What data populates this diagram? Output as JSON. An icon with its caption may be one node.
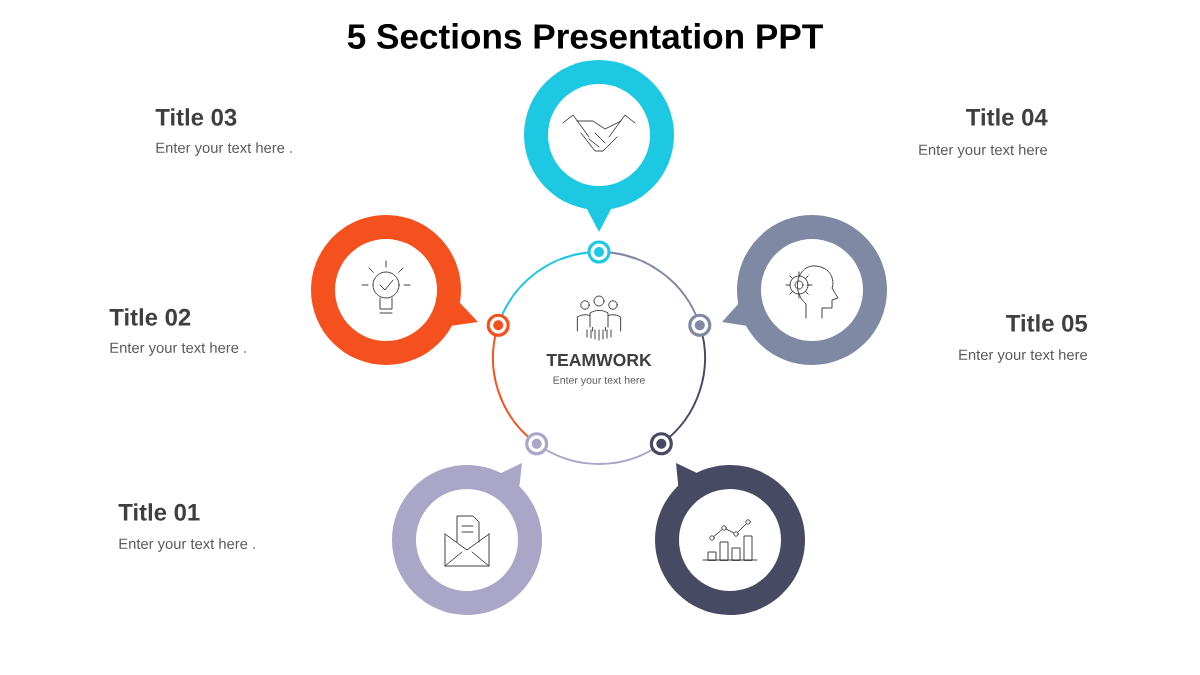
{
  "diagram": {
    "title": "5 Sections Presentation PPT",
    "nodes": [
      {
        "text": [
          "TEAMWORK",
          "Enter your text here"
        ]
      },
      {
        "text": [],
        "shape": "circle"
      },
      {
        "text": [],
        "shape": "circle"
      },
      {
        "text": [],
        "shape": "circle"
      },
      {
        "text": [],
        "shape": "circle"
      },
      {
        "text": [],
        "shape": "circle"
      }
    ],
    "labels": [
      "Title  03",
      "Enter your text here  .",
      "Title  04",
      "Enter your text here",
      "Title  02",
      "Enter your text here  .",
      "Title  05",
      "Enter your text here",
      "Title  01",
      "Enter your text here  ."
    ]
  }
}
